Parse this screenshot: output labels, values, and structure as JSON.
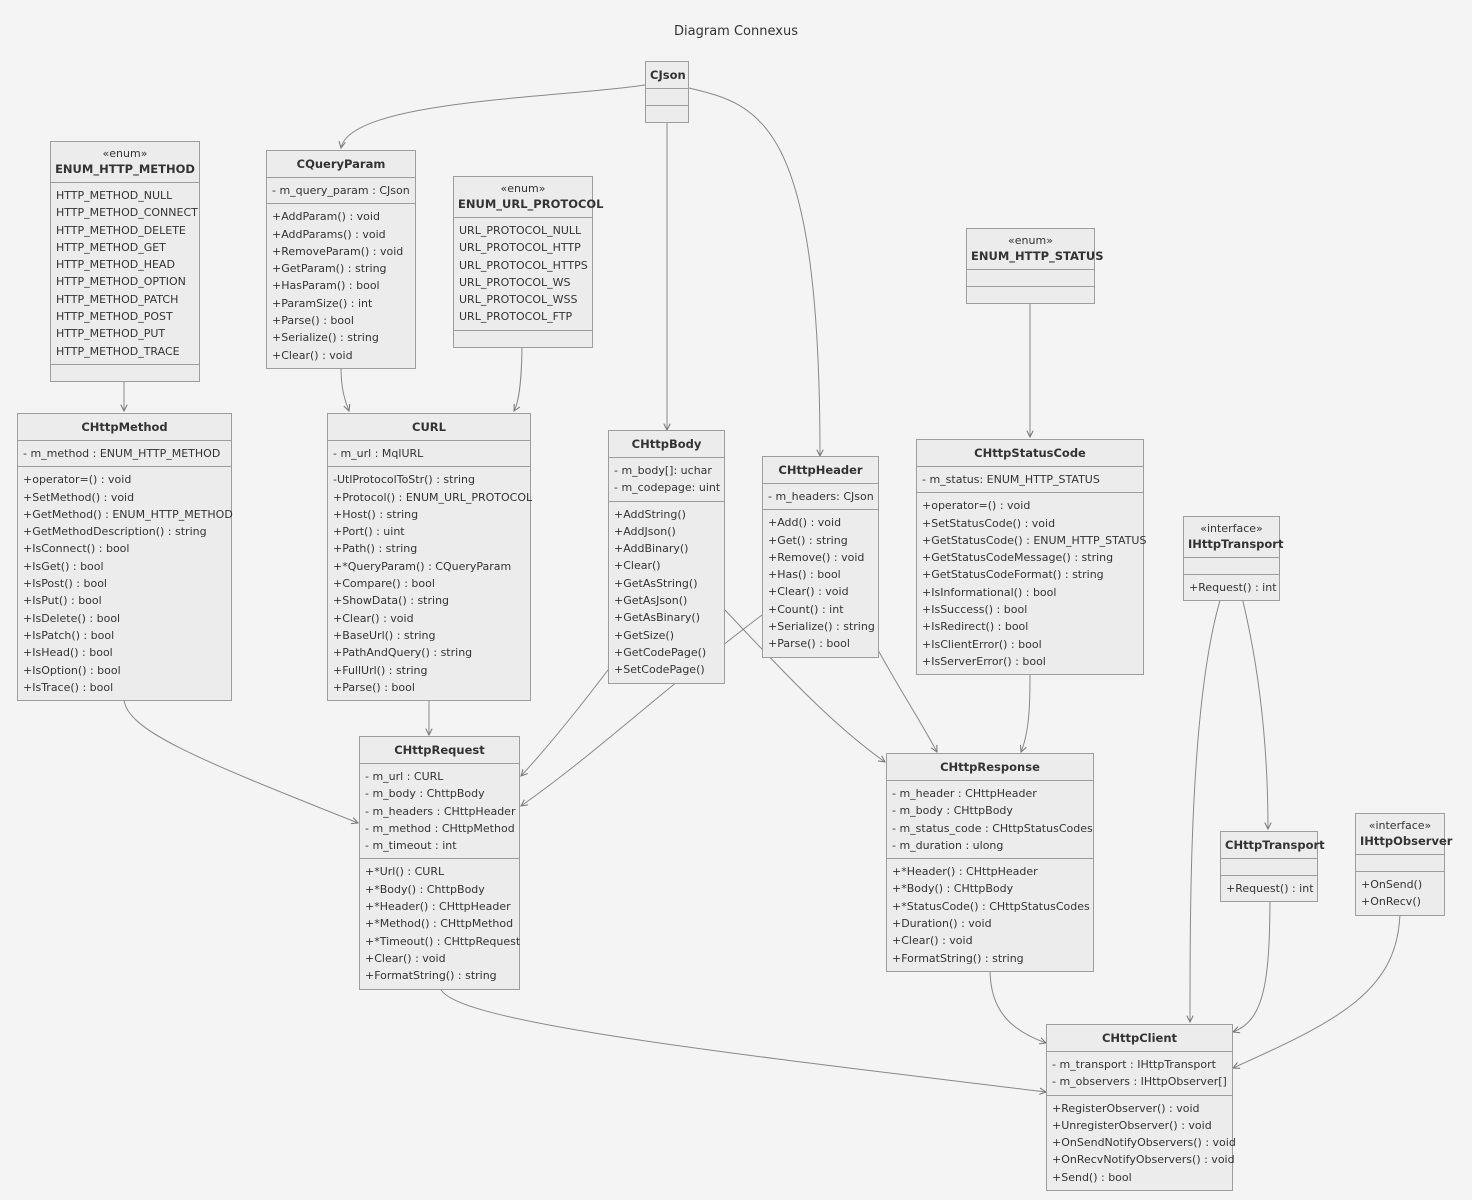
{
  "title": "Diagram Connexus",
  "classes": {
    "cjson": {
      "name": "CJson",
      "stereotype": "",
      "attributes": [],
      "methods": []
    },
    "enum_http_method": {
      "name": "ENUM_HTTP_METHOD",
      "stereotype": "«enum»",
      "attributes": [
        "HTTP_METHOD_NULL",
        "HTTP_METHOD_CONNECT",
        "HTTP_METHOD_DELETE",
        "HTTP_METHOD_GET",
        "HTTP_METHOD_HEAD",
        "HTTP_METHOD_OPTION",
        "HTTP_METHOD_PATCH",
        "HTTP_METHOD_POST",
        "HTTP_METHOD_PUT",
        "HTTP_METHOD_TRACE"
      ],
      "methods": []
    },
    "cqueryparam": {
      "name": "CQueryParam",
      "stereotype": "",
      "attributes": [
        "- m_query_param : CJson"
      ],
      "methods": [
        "+AddParam() : void",
        "+AddParams() : void",
        "+RemoveParam() : void",
        "+GetParam() : string",
        "+HasParam() : bool",
        "+ParamSize() : int",
        "+Parse() : bool",
        "+Serialize() : string",
        "+Clear() : void"
      ]
    },
    "enum_url_protocol": {
      "name": "ENUM_URL_PROTOCOL",
      "stereotype": "«enum»",
      "attributes": [
        "URL_PROTOCOL_NULL",
        "URL_PROTOCOL_HTTP",
        "URL_PROTOCOL_HTTPS",
        "URL_PROTOCOL_WS",
        "URL_PROTOCOL_WSS",
        "URL_PROTOCOL_FTP"
      ],
      "methods": []
    },
    "enum_http_status": {
      "name": "ENUM_HTTP_STATUS",
      "stereotype": "«enum»",
      "attributes": [],
      "methods": []
    },
    "chttpmethod": {
      "name": "CHttpMethod",
      "stereotype": "",
      "attributes": [
        "- m_method : ENUM_HTTP_METHOD"
      ],
      "methods": [
        "+operator=() : void",
        "+SetMethod() : void",
        "+GetMethod() : ENUM_HTTP_METHOD",
        "+GetMethodDescription() : string",
        "+IsConnect() : bool",
        "+IsGet() : bool",
        "+IsPost() : bool",
        "+IsPut() : bool",
        "+IsDelete() : bool",
        "+IsPatch() : bool",
        "+IsHead() : bool",
        "+IsOption() : bool",
        "+IsTrace() : bool"
      ]
    },
    "curl": {
      "name": "CURL",
      "stereotype": "",
      "attributes": [
        "- m_url : MqlURL"
      ],
      "methods": [
        "-UtlProtocolToStr() : string",
        "+Protocol() : ENUM_URL_PROTOCOL",
        "+Host() : string",
        "+Port() : uint",
        "+Path() : string",
        "+*QueryParam() : CQueryParam",
        "+Compare() : bool",
        "+ShowData() : string",
        "+Clear() : void",
        "+BaseUrl() : string",
        "+PathAndQuery() : string",
        "+FullUrl() : string",
        "+Parse() : bool"
      ]
    },
    "chttpbody": {
      "name": "CHttpBody",
      "stereotype": "",
      "attributes": [
        "- m_body[]: uchar",
        "- m_codepage: uint"
      ],
      "methods": [
        "+AddString()",
        "+AddJson()",
        "+AddBinary()",
        "+Clear()",
        "+GetAsString()",
        "+GetAsJson()",
        "+GetAsBinary()",
        "+GetSize()",
        "+GetCodePage()",
        "+SetCodePage()"
      ]
    },
    "chttpheader": {
      "name": "CHttpHeader",
      "stereotype": "",
      "attributes": [
        "- m_headers: CJson"
      ],
      "methods": [
        "+Add() : void",
        "+Get() : string",
        "+Remove() : void",
        "+Has() : bool",
        "+Clear() : void",
        "+Count() : int",
        "+Serialize() : string",
        "+Parse() : bool"
      ]
    },
    "chttpstatuscode": {
      "name": "CHttpStatusCode",
      "stereotype": "",
      "attributes": [
        "- m_status: ENUM_HTTP_STATUS"
      ],
      "methods": [
        "+operator=() : void",
        "+SetStatusCode() : void",
        "+GetStatusCode() : ENUM_HTTP_STATUS",
        "+GetStatusCodeMessage() : string",
        "+GetStatusCodeFormat() : string",
        "+IsInformational() : bool",
        "+IsSuccess() : bool",
        "+IsRedirect() : bool",
        "+IsClientError() : bool",
        "+IsServerError() : bool"
      ]
    },
    "ihttptransport": {
      "name": "IHttpTransport",
      "stereotype": "«interface»",
      "attributes": [],
      "methods": [
        "+Request() : int"
      ]
    },
    "chttprequest": {
      "name": "CHttpRequest",
      "stereotype": "",
      "attributes": [
        "- m_url : CURL",
        "- m_body : ChttpBody",
        "- m_headers : CHttpHeader",
        "- m_method : CHttpMethod",
        "- m_timeout : int"
      ],
      "methods": [
        "+*Url() : CURL",
        "+*Body() : ChttpBody",
        "+*Header() : CHttpHeader",
        "+*Method() : CHttpMethod",
        "+*Timeout() : CHttpRequest",
        "+Clear() : void",
        "+FormatString() : string"
      ]
    },
    "chttpresponse": {
      "name": "CHttpResponse",
      "stereotype": "",
      "attributes": [
        "- m_header : CHttpHeader",
        "- m_body : CHttpBody",
        "- m_status_code : CHttpStatusCodes",
        "- m_duration : ulong"
      ],
      "methods": [
        "+*Header() : CHttpHeader",
        "+*Body() : CHttpBody",
        "+*StatusCode() : CHttpStatusCodes",
        "+Duration() : void",
        "+Clear() : void",
        "+FormatString() : string"
      ]
    },
    "chttptransport": {
      "name": "CHttpTransport",
      "stereotype": "",
      "attributes": [],
      "methods": [
        "+Request() : int"
      ]
    },
    "ihttpobserver": {
      "name": "IHttpObserver",
      "stereotype": "«interface»",
      "attributes": [],
      "methods": [
        "+OnSend()",
        "+OnRecv()"
      ]
    },
    "chttpclient": {
      "name": "CHttpClient",
      "stereotype": "",
      "attributes": [
        "- m_transport : IHttpTransport",
        "- m_observers : IHttpObserver[]"
      ],
      "methods": [
        "+RegisterObserver() : void",
        "+UnregisterObserver() : void",
        "+OnSendNotifyObservers() : void",
        "+OnRecvNotifyObservers() : void",
        "+Send() : bool"
      ]
    }
  }
}
